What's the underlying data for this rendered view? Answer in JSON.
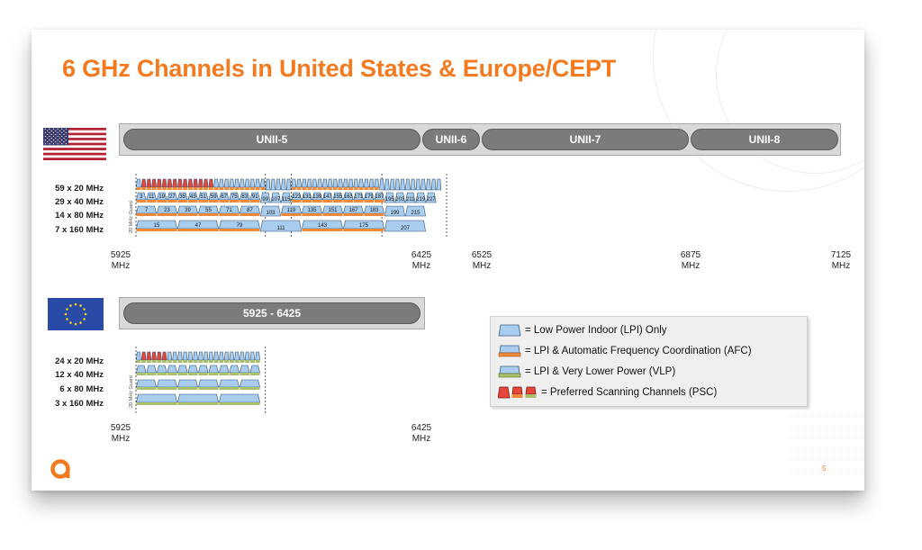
{
  "title": "6 GHz Channels in United States & Europe/CEPT",
  "colors": {
    "accent": "#f47a1f",
    "lpi": "#a8cdef",
    "afc": "#f08a3a",
    "vlp": "#a9bf6b",
    "psc": "#e6453a",
    "band": "#7b7b7b"
  },
  "us": {
    "flag_icon": "us-flag-icon",
    "bands": [
      "UNII-5",
      "UNII-6",
      "UNII-7",
      "UNII-8"
    ],
    "rows": [
      "59 x 20 MHz",
      "29 x 40 MHz",
      "14 x 80 MHz",
      "7 x 160 MHz"
    ],
    "guard_label": "20 MHz Guard",
    "freq_labels": [
      {
        "value": "5925",
        "unit": "MHz"
      },
      {
        "value": "6425",
        "unit": "MHz"
      },
      {
        "value": "6525",
        "unit": "MHz"
      },
      {
        "value": "6875",
        "unit": "MHz"
      },
      {
        "value": "7125",
        "unit": "MHz"
      }
    ],
    "ch40": [
      "3",
      "11",
      "19",
      "27",
      "35",
      "43",
      "51",
      "59",
      "67",
      "75",
      "83",
      "91",
      "99",
      "107",
      "115",
      "123",
      "131",
      "139",
      "147",
      "155",
      "163",
      "171",
      "179",
      "187",
      "195",
      "203",
      "211",
      "219",
      "227"
    ],
    "ch80": [
      "7",
      "23",
      "39",
      "55",
      "71",
      "87",
      "103",
      "119",
      "135",
      "151",
      "167",
      "183",
      "199",
      "215"
    ],
    "ch160": [
      "15",
      "47",
      "79",
      "111",
      "143",
      "175",
      "207"
    ],
    "psc_positions": [
      5,
      9,
      13,
      17,
      21,
      25,
      29,
      33,
      37,
      41,
      45,
      49,
      53,
      57
    ]
  },
  "eu": {
    "flag_icon": "eu-flag-icon",
    "band": "5925 - 6425",
    "rows": [
      "24 x 20 MHz",
      "12 x 40 MHz",
      "6 x 80 MHz",
      "3 x 160 MHz"
    ],
    "guard_label": "20 MHz Guard",
    "freq_labels": [
      {
        "value": "5925",
        "unit": "MHz"
      },
      {
        "value": "6425",
        "unit": "MHz"
      }
    ],
    "psc_positions": [
      5,
      9,
      13,
      17,
      21
    ]
  },
  "legend": [
    {
      "icon": "lpi-channel-icon",
      "label": "= Low Power Indoor (LPI) Only"
    },
    {
      "icon": "afc-channel-icon",
      "label": "= LPI & Automatic Frequency Coordination (AFC)"
    },
    {
      "icon": "vlp-channel-icon",
      "label": "= LPI & Very Lower Power (VLP)"
    },
    {
      "icon": "psc-channel-icon",
      "label": "= Preferred Scanning Channels (PSC)"
    }
  ],
  "page_number": "5"
}
